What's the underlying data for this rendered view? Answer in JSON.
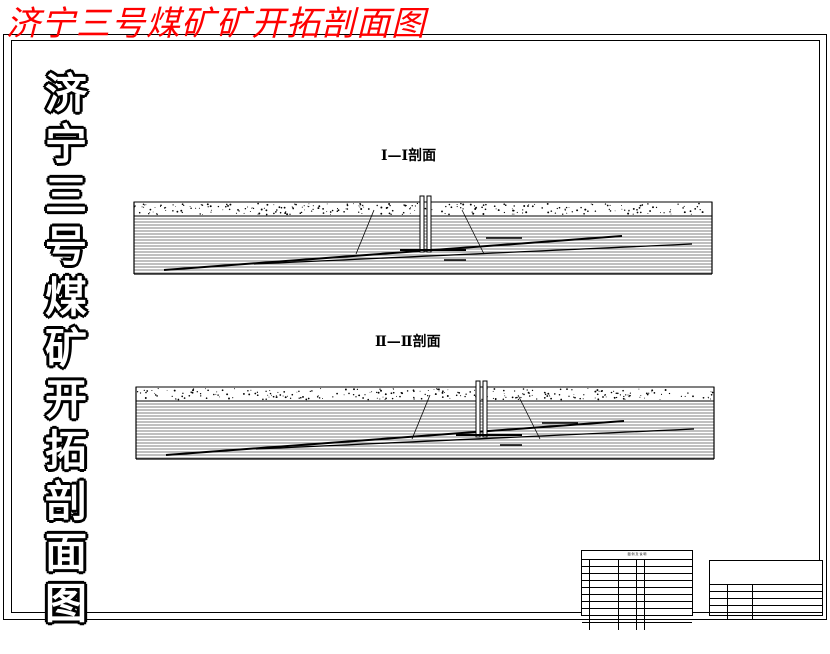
{
  "page": {
    "title": "济宁三号煤矿矿开拓剖面图",
    "vertical_title": [
      "济",
      "宁",
      "三",
      "号",
      "煤",
      "矿",
      "开",
      "拓",
      "剖",
      "面",
      "图"
    ]
  },
  "sections": [
    {
      "label": "Ⅰ—Ⅰ剖面"
    },
    {
      "label": "Ⅱ—Ⅱ剖面"
    }
  ],
  "legend_table": {
    "header": "图 例 及 说 明",
    "rows": 10
  },
  "title_block": {
    "rows": 5
  }
}
